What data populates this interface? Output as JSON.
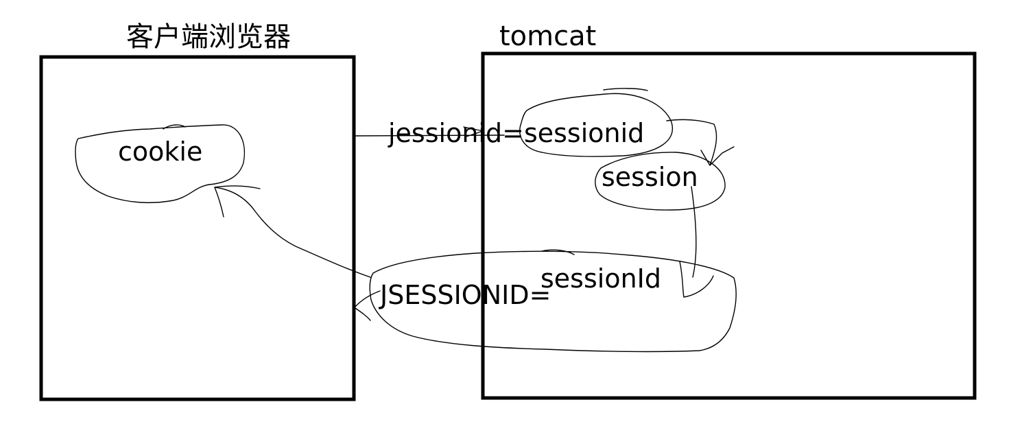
{
  "diagram": {
    "client_label": "客户端浏览器",
    "server_label": "tomcat",
    "cookie_label": "cookie",
    "request_label": "jessionid=sessionid",
    "session_label": "session",
    "response_prefix_label": "JSESSIONID=",
    "response_value_label": "sessionId"
  }
}
